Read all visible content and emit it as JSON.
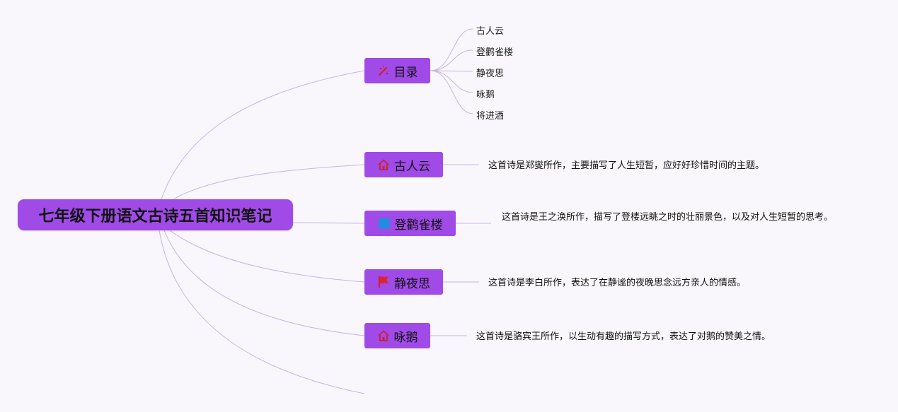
{
  "root": {
    "title": "七年级下册语文古诗五首知识笔记"
  },
  "catalog": {
    "label": "目录",
    "icon": "wand-icon",
    "items": [
      "古人云",
      "登鹳雀楼",
      "静夜思",
      "咏鹅",
      "将进酒"
    ]
  },
  "topics": [
    {
      "label": "古人云",
      "icon": "house-icon",
      "note": "这首诗是郑燮所作，主要描写了人生短暂，应好好珍惜时间的主题。"
    },
    {
      "label": "登鹳雀楼",
      "icon": "blue-square-icon",
      "note": "这首诗是王之涣所作，描写了登楼远眺之时的壮丽景色，以及对人生短暂的思考。"
    },
    {
      "label": "静夜思",
      "icon": "red-flag-icon",
      "note": "这首诗是李白所作，表达了在静谧的夜晚思念远方亲人的情感。"
    },
    {
      "label": "咏鹅",
      "icon": "house-icon",
      "note": "这首诗是骆宾王所作，以生动有趣的描写方式，表达了对鹅的赞美之情。"
    }
  ],
  "colors": {
    "node_fill": "#a04ae8",
    "connector": "#c9b3e6",
    "background": "#f9f7fb",
    "icon_red": "#d0202a",
    "icon_blue": "#1e8fe0"
  }
}
